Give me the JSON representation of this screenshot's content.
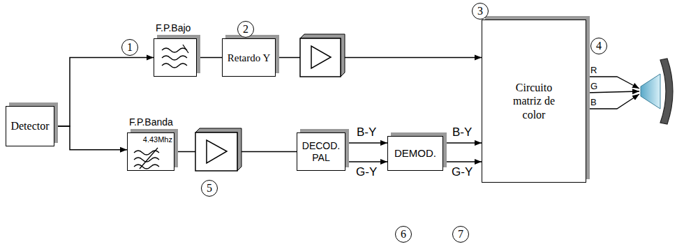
{
  "diagram": {
    "nodes": [
      {
        "text": [
          "Detector"
        ]
      },
      {
        "text": [
          "F.P.Bajo"
        ]
      },
      {
        "text": [
          "Retardo Y"
        ]
      },
      {
        "text": [
          "Circuito matriz de color"
        ]
      },
      {
        "text": [
          "F.P.Banda",
          "4.43Mhz"
        ]
      },
      {
        "text": [
          "DECOD. PAL"
        ]
      },
      {
        "text": [
          "DEMOD."
        ]
      }
    ],
    "edges": [
      {
        "from": 0,
        "to": 1,
        "arrow": "to"
      },
      {
        "from": 0,
        "to": 4,
        "arrow": "to"
      },
      {
        "from": 1,
        "to": 2,
        "arrow": "none"
      },
      {
        "from": 2,
        "to": 3,
        "arrow": "to"
      },
      {
        "from": 4,
        "to": 5,
        "arrow": "none"
      },
      {
        "from": 5,
        "to": 6,
        "label": "B-Y",
        "arrow": "to"
      },
      {
        "from": 5,
        "to": 6,
        "label": "G-Y",
        "arrow": "to"
      },
      {
        "from": 6,
        "to": 3,
        "label": "B-Y",
        "arrow": "to"
      },
      {
        "from": 6,
        "to": 3,
        "label": "G-Y",
        "arrow": "to"
      }
    ],
    "labels": [
      "1",
      "2",
      "3",
      "4",
      "5",
      "6",
      "7",
      "R",
      "G",
      "B"
    ]
  }
}
